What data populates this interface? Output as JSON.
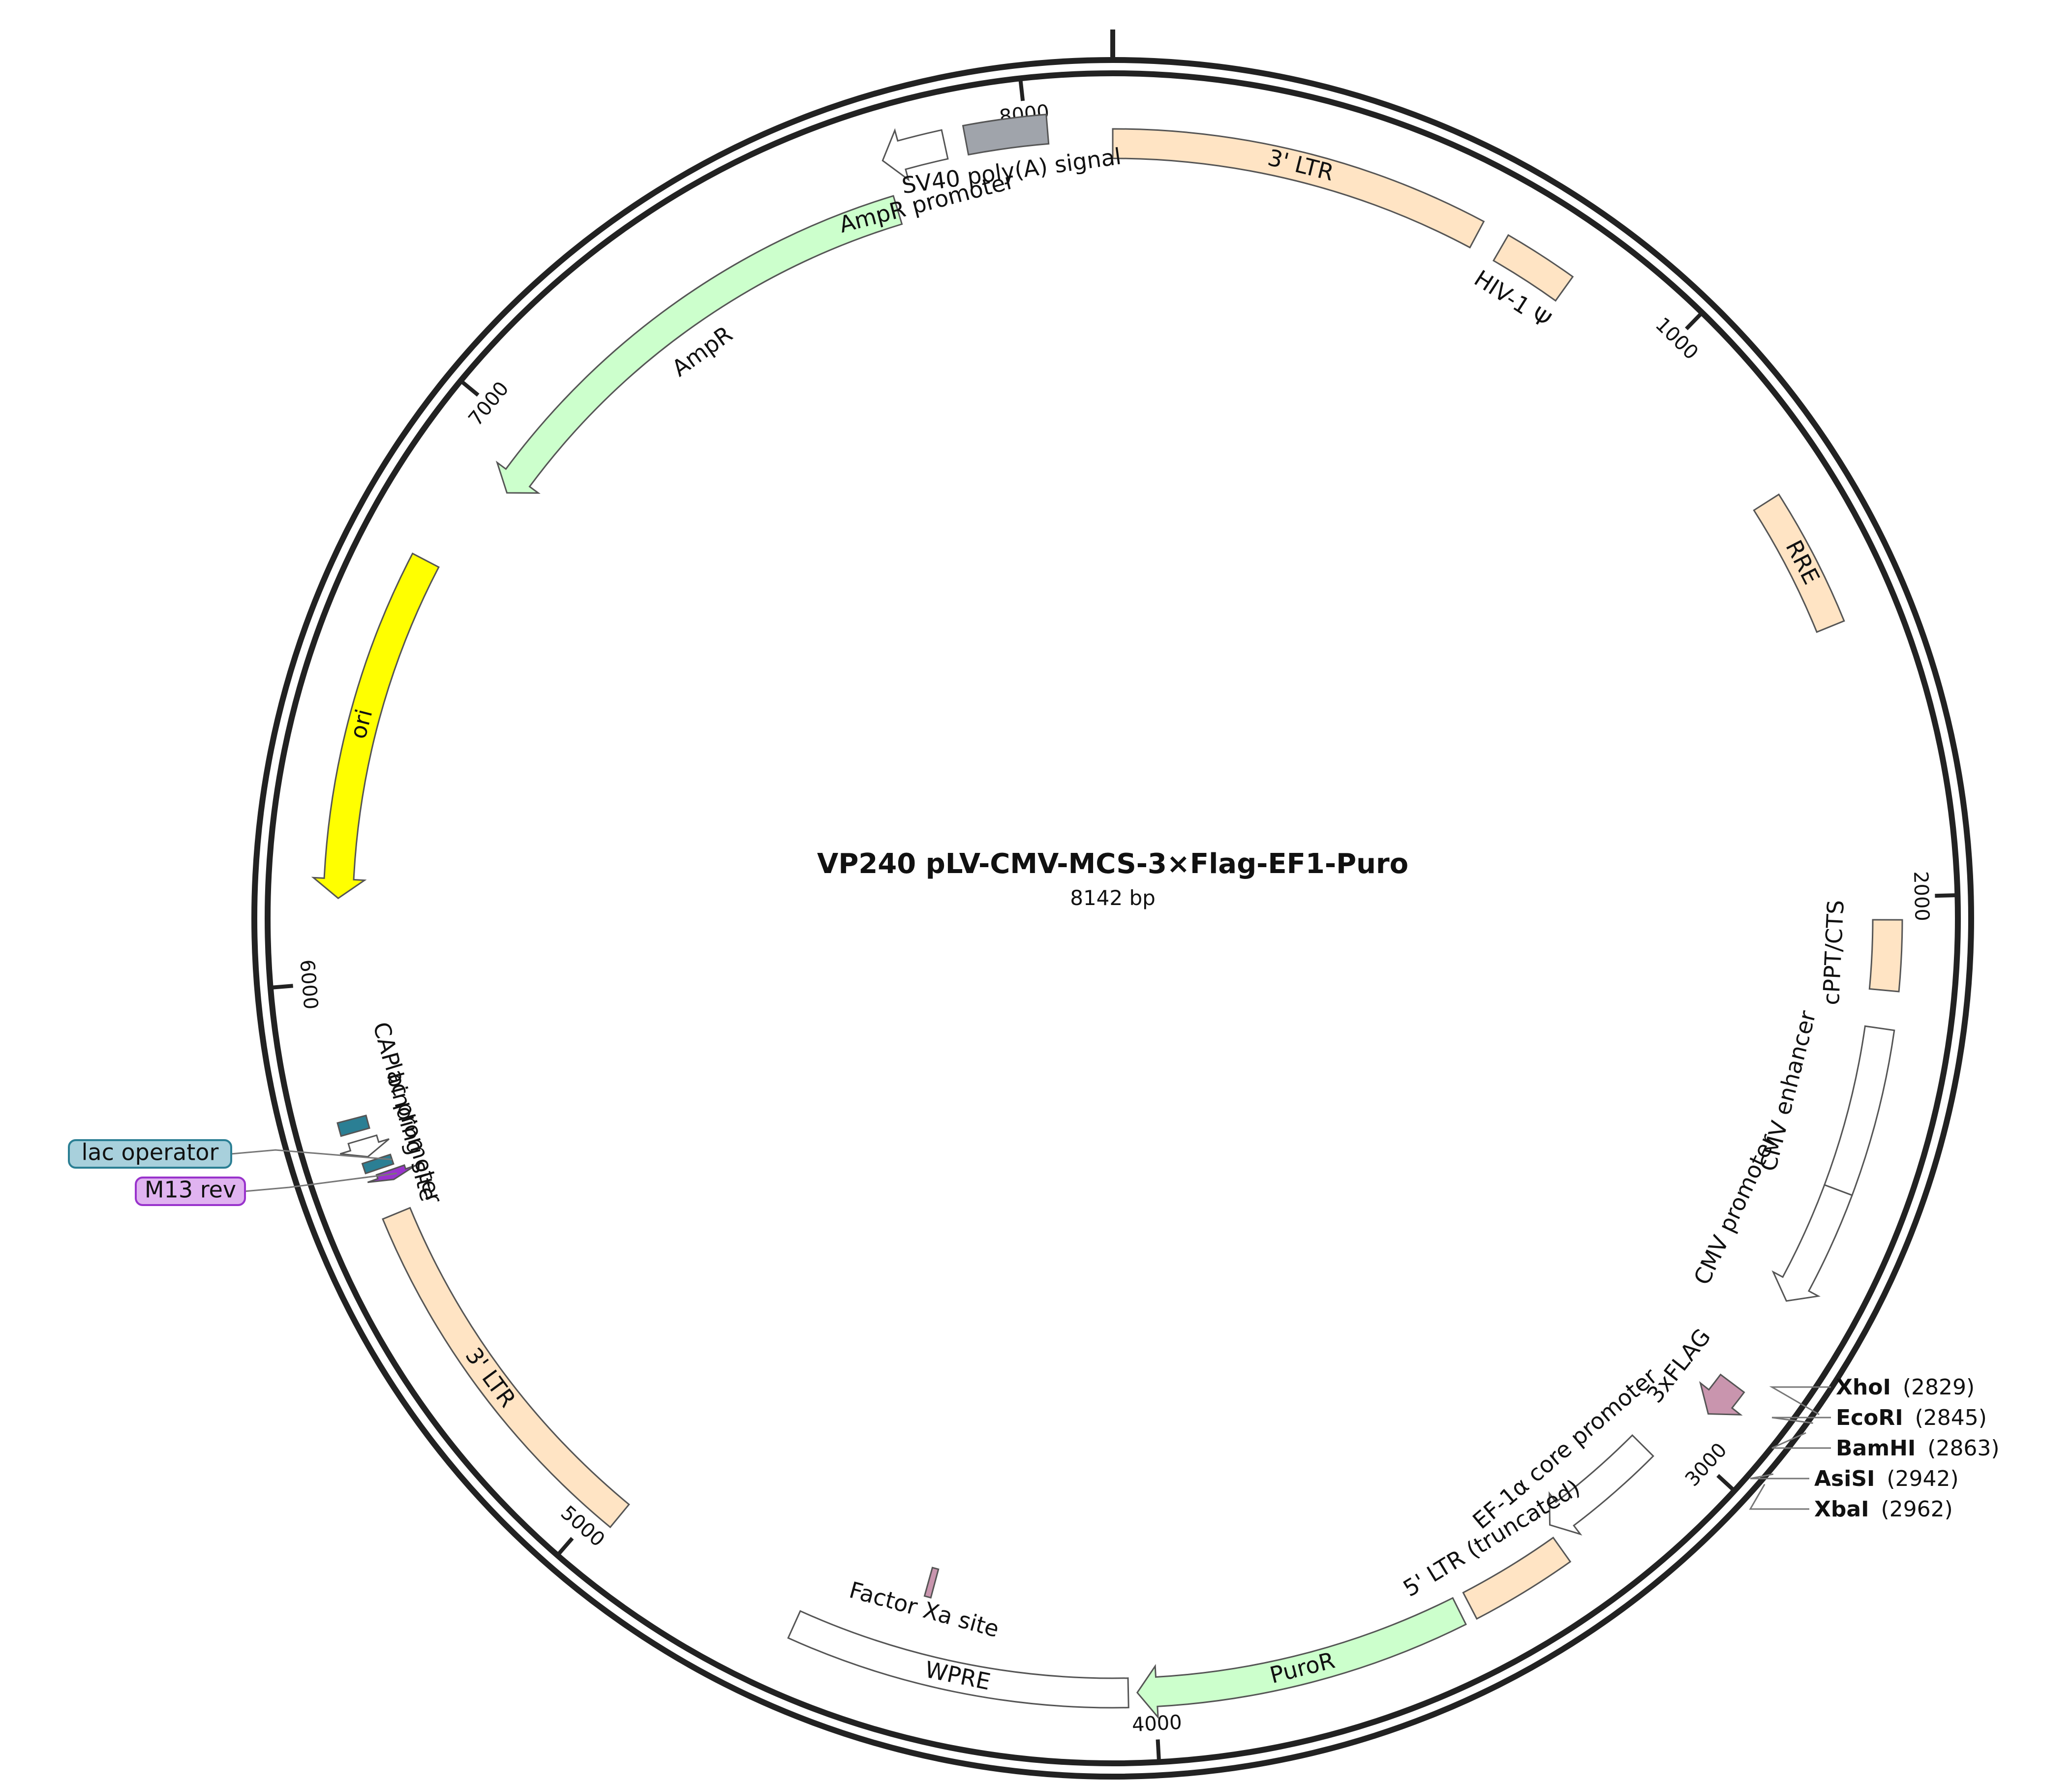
{
  "title": "VP240  pLV-CMV-MCS-3×Flag-EF1-Puro",
  "subtitle": "8142 bp",
  "total_bp": 8142,
  "ticks": [
    {
      "bp": 1000,
      "label": "1000"
    },
    {
      "bp": 2000,
      "label": "2000"
    },
    {
      "bp": 3000,
      "label": "3000"
    },
    {
      "bp": 4000,
      "label": "4000"
    },
    {
      "bp": 5000,
      "label": "5000"
    },
    {
      "bp": 6000,
      "label": "6000"
    },
    {
      "bp": 7000,
      "label": "7000"
    },
    {
      "bp": 8000,
      "label": "8000"
    }
  ],
  "features": [
    {
      "name": "3' LTR",
      "start": 0,
      "end": 634,
      "strand": 0,
      "color": "#ffe4c4"
    },
    {
      "name": "HIV-1 Ψ",
      "start": 680,
      "end": 806,
      "strand": 0,
      "color": "#ffe4c4"
    },
    {
      "name": "RRE",
      "start": 1301,
      "end": 1535,
      "strand": 0,
      "color": "#ffe4c4"
    },
    {
      "name": "cPPT/CTS",
      "start": 2038,
      "end": 2156,
      "strand": 0,
      "color": "#ffe4c4"
    },
    {
      "name": "CMV enhancer",
      "start": 2220,
      "end": 2500,
      "strand": 0,
      "color": "#ffffff"
    },
    {
      "name": "CMV promoter",
      "start": 2500,
      "end": 2705,
      "strand": 1,
      "color": "#ffffff"
    },
    {
      "name": "3xFLAG",
      "start": 2870,
      "end": 2935,
      "strand": 1,
      "color": "#c995ae"
    },
    {
      "name": "EF-1α core promoter",
      "start": 3050,
      "end": 3262,
      "strand": 1,
      "color": "#ffffff"
    },
    {
      "name": "5' LTR (truncated)",
      "start": 3270,
      "end": 3450,
      "strand": 0,
      "color": "#ffe4c4"
    },
    {
      "name": "PuroR",
      "start": 3470,
      "end": 4030,
      "strand": 1,
      "color": "#ccffcc"
    },
    {
      "name": "WPRE",
      "start": 4045,
      "end": 4620,
      "strand": 0,
      "color": "#ffffff"
    },
    {
      "name": "Factor Xa site",
      "start": 4410,
      "end": 4422,
      "strand": 0,
      "color": "#c995ae"
    },
    {
      "name": "3' LTR",
      "start": 4965,
      "end": 5600,
      "strand": 0,
      "color": "#ffe4c4"
    },
    {
      "name": "M13 rev",
      "start": 5655,
      "end": 5672,
      "strand": -1,
      "color": "#9933cc"
    },
    {
      "name": "lac operator",
      "start": 5680,
      "end": 5697,
      "strand": 0,
      "color": "#2b7f94"
    },
    {
      "name": "lac promoter",
      "start": 5705,
      "end": 5735,
      "strand": -1,
      "color": "#ffffff"
    },
    {
      "name": "CAP binding site",
      "start": 5750,
      "end": 5772,
      "strand": 0,
      "color": "#2b7f94"
    },
    {
      "name": "ori",
      "start": 6140,
      "end": 6729,
      "strand": -1,
      "color": "#ffff00"
    },
    {
      "name": "AmpR",
      "start": 6900,
      "end": 7760,
      "strand": -1,
      "color": "#ccffcc"
    },
    {
      "name": "AmpR promoter",
      "start": 7760,
      "end": 7865,
      "strand": -1,
      "color": "#ffffff"
    },
    {
      "name": "SV40 poly(A) signal",
      "start": 7900,
      "end": 8035,
      "strand": 0,
      "color": "#a0a4ab"
    }
  ],
  "sites": [
    {
      "name": "XhoI",
      "pos": "(2829)"
    },
    {
      "name": "EcoRI",
      "pos": "(2845)"
    },
    {
      "name": "BamHI",
      "pos": "(2863)"
    },
    {
      "name": "AsiSI",
      "pos": "(2942)"
    },
    {
      "name": "XbaI",
      "pos": "(2962)"
    }
  ],
  "callouts": [
    {
      "name": "lac operator",
      "color": "#a8d0dc",
      "border": "#2b7f94"
    },
    {
      "name": "M13 rev",
      "color": "#e0b3f0",
      "border": "#9933cc"
    }
  ]
}
